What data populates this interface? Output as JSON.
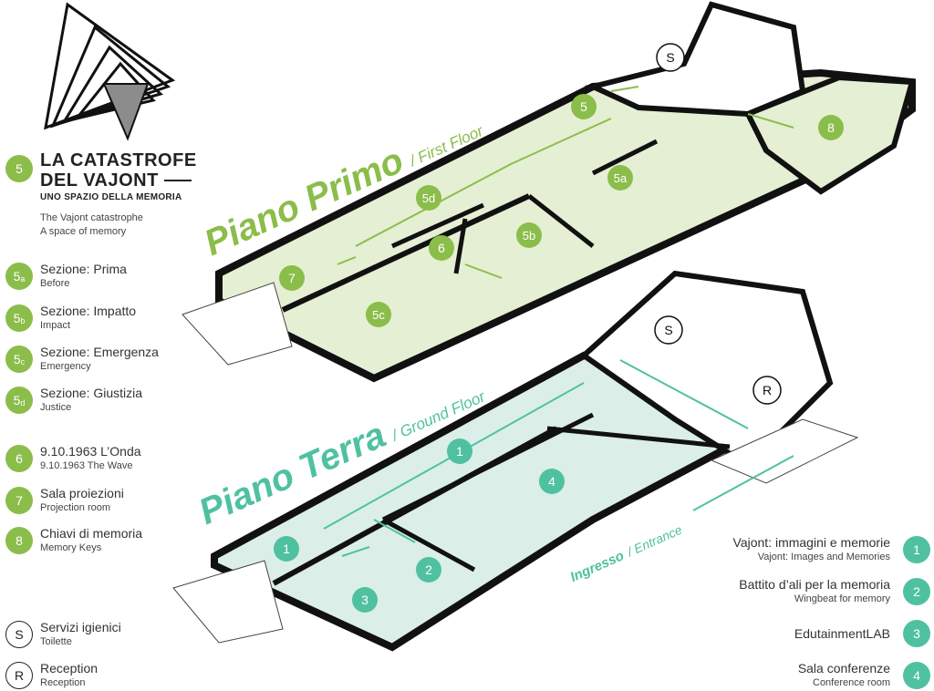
{
  "title": {
    "line1": "LA CATASTROFE",
    "line2": "DEL VAJONT",
    "line3": "UNO SPAZIO DELLA MEMORIA",
    "en1": "The Vajont catastrophe",
    "en2": "A space of memory",
    "badge": "5"
  },
  "legend_left": [
    {
      "badge": "5",
      "sub": "a",
      "main": "Sezione: Prima",
      "en": "Before"
    },
    {
      "badge": "5",
      "sub": "b",
      "main": "Sezione: Impatto",
      "en": "Impact"
    },
    {
      "badge": "5",
      "sub": "c",
      "main": "Sezione: Emergenza",
      "en": "Emergency"
    },
    {
      "badge": "5",
      "sub": "d",
      "main": "Sezione: Giustizia",
      "en": "Justice"
    },
    {
      "badge": "6",
      "sub": "",
      "main": "9.10.1963  L’Onda",
      "en": "9.10.1963  The Wave"
    },
    {
      "badge": "7",
      "sub": "",
      "main": "Sala proiezioni",
      "en": "Projection room"
    },
    {
      "badge": "8",
      "sub": "",
      "main": "Chiavi di memoria",
      "en": "Memory Keys"
    }
  ],
  "legend_services": [
    {
      "badge": "S",
      "main": "Servizi igienici",
      "en": "Toilette"
    },
    {
      "badge": "R",
      "main": "Reception",
      "en": "Reception"
    }
  ],
  "legend_right": [
    {
      "badge": "1",
      "main": "Vajont: immagini e memorie",
      "en": "Vajont: Images and Memories"
    },
    {
      "badge": "2",
      "main": "Battito d’ali per la memoria",
      "en": "Wingbeat for memory"
    },
    {
      "badge": "3",
      "main": "EdutainmentLAB",
      "en": ""
    },
    {
      "badge": "4",
      "main": "Sala conferenze",
      "en": "Conference room"
    }
  ],
  "floors": {
    "first": {
      "name": "Piano Primo",
      "en": "/ First Floor"
    },
    "ground": {
      "name": "Piano Terra",
      "en": "/ Ground Floor"
    },
    "entrance": {
      "it": "Ingresso",
      "en": "/ Entrance"
    }
  },
  "map_labels": {
    "first": [
      "5",
      "5a",
      "5b",
      "5c",
      "5d",
      "6",
      "7",
      "8",
      "S"
    ],
    "ground": [
      "1",
      "1",
      "2",
      "3",
      "4",
      "S",
      "R"
    ]
  },
  "colors": {
    "first_floor": "#8bbd4a",
    "first_floor_fill": "#e5efd4",
    "ground_floor": "#4fc1a0",
    "ground_floor_fill": "#dbeee8",
    "walls": "#111111"
  }
}
